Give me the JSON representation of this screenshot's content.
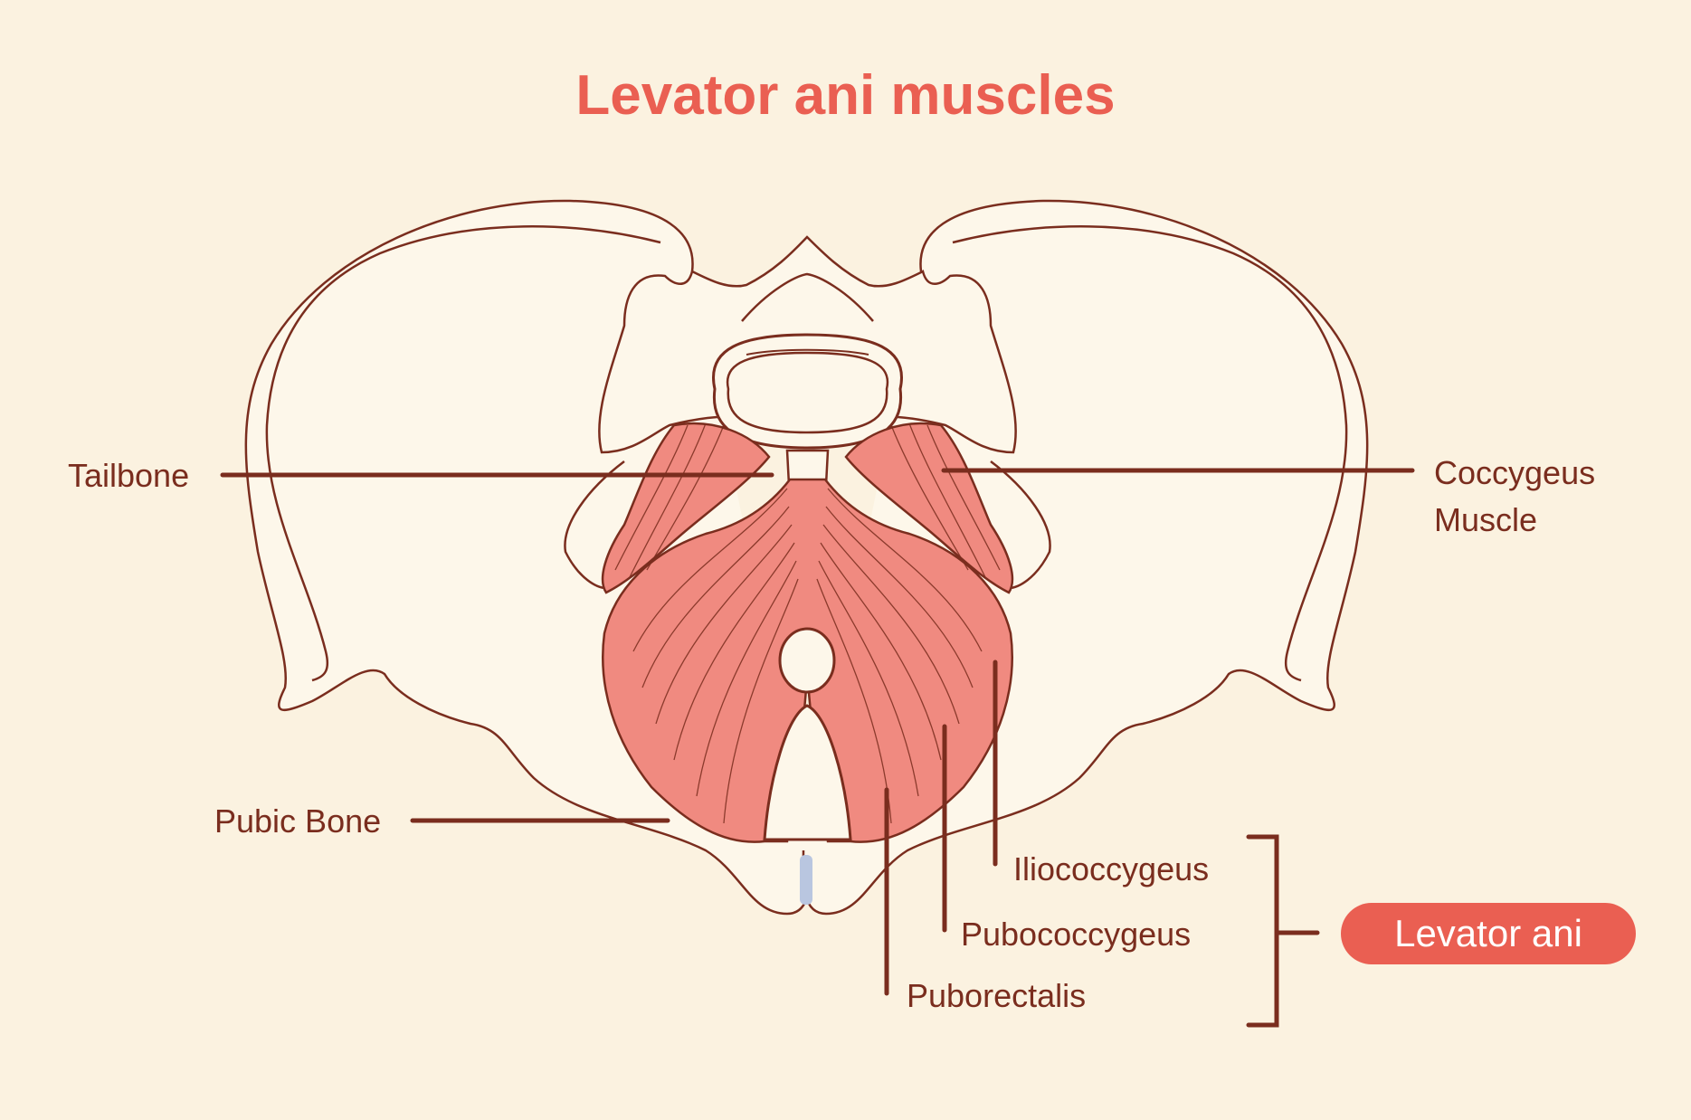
{
  "title": "Levator ani muscles",
  "labels": {
    "tailbone": "Tailbone",
    "coccygeus_line1": "Coccygeus",
    "coccygeus_line2": "Muscle",
    "pubic_bone": "Pubic Bone",
    "iliococcygeus": "Iliococcygeus",
    "pubococcygeus": "Pubococcygeus",
    "puborectalis": "Puborectalis"
  },
  "group_badge": "Levator ani",
  "colors": {
    "background": "#fbf2e0",
    "outline": "#7a2d1e",
    "muscle": "#f08a80",
    "muscle_light": "#f7a89e",
    "accent": "#ea5f52",
    "cartilage": "#b9c6e0"
  }
}
